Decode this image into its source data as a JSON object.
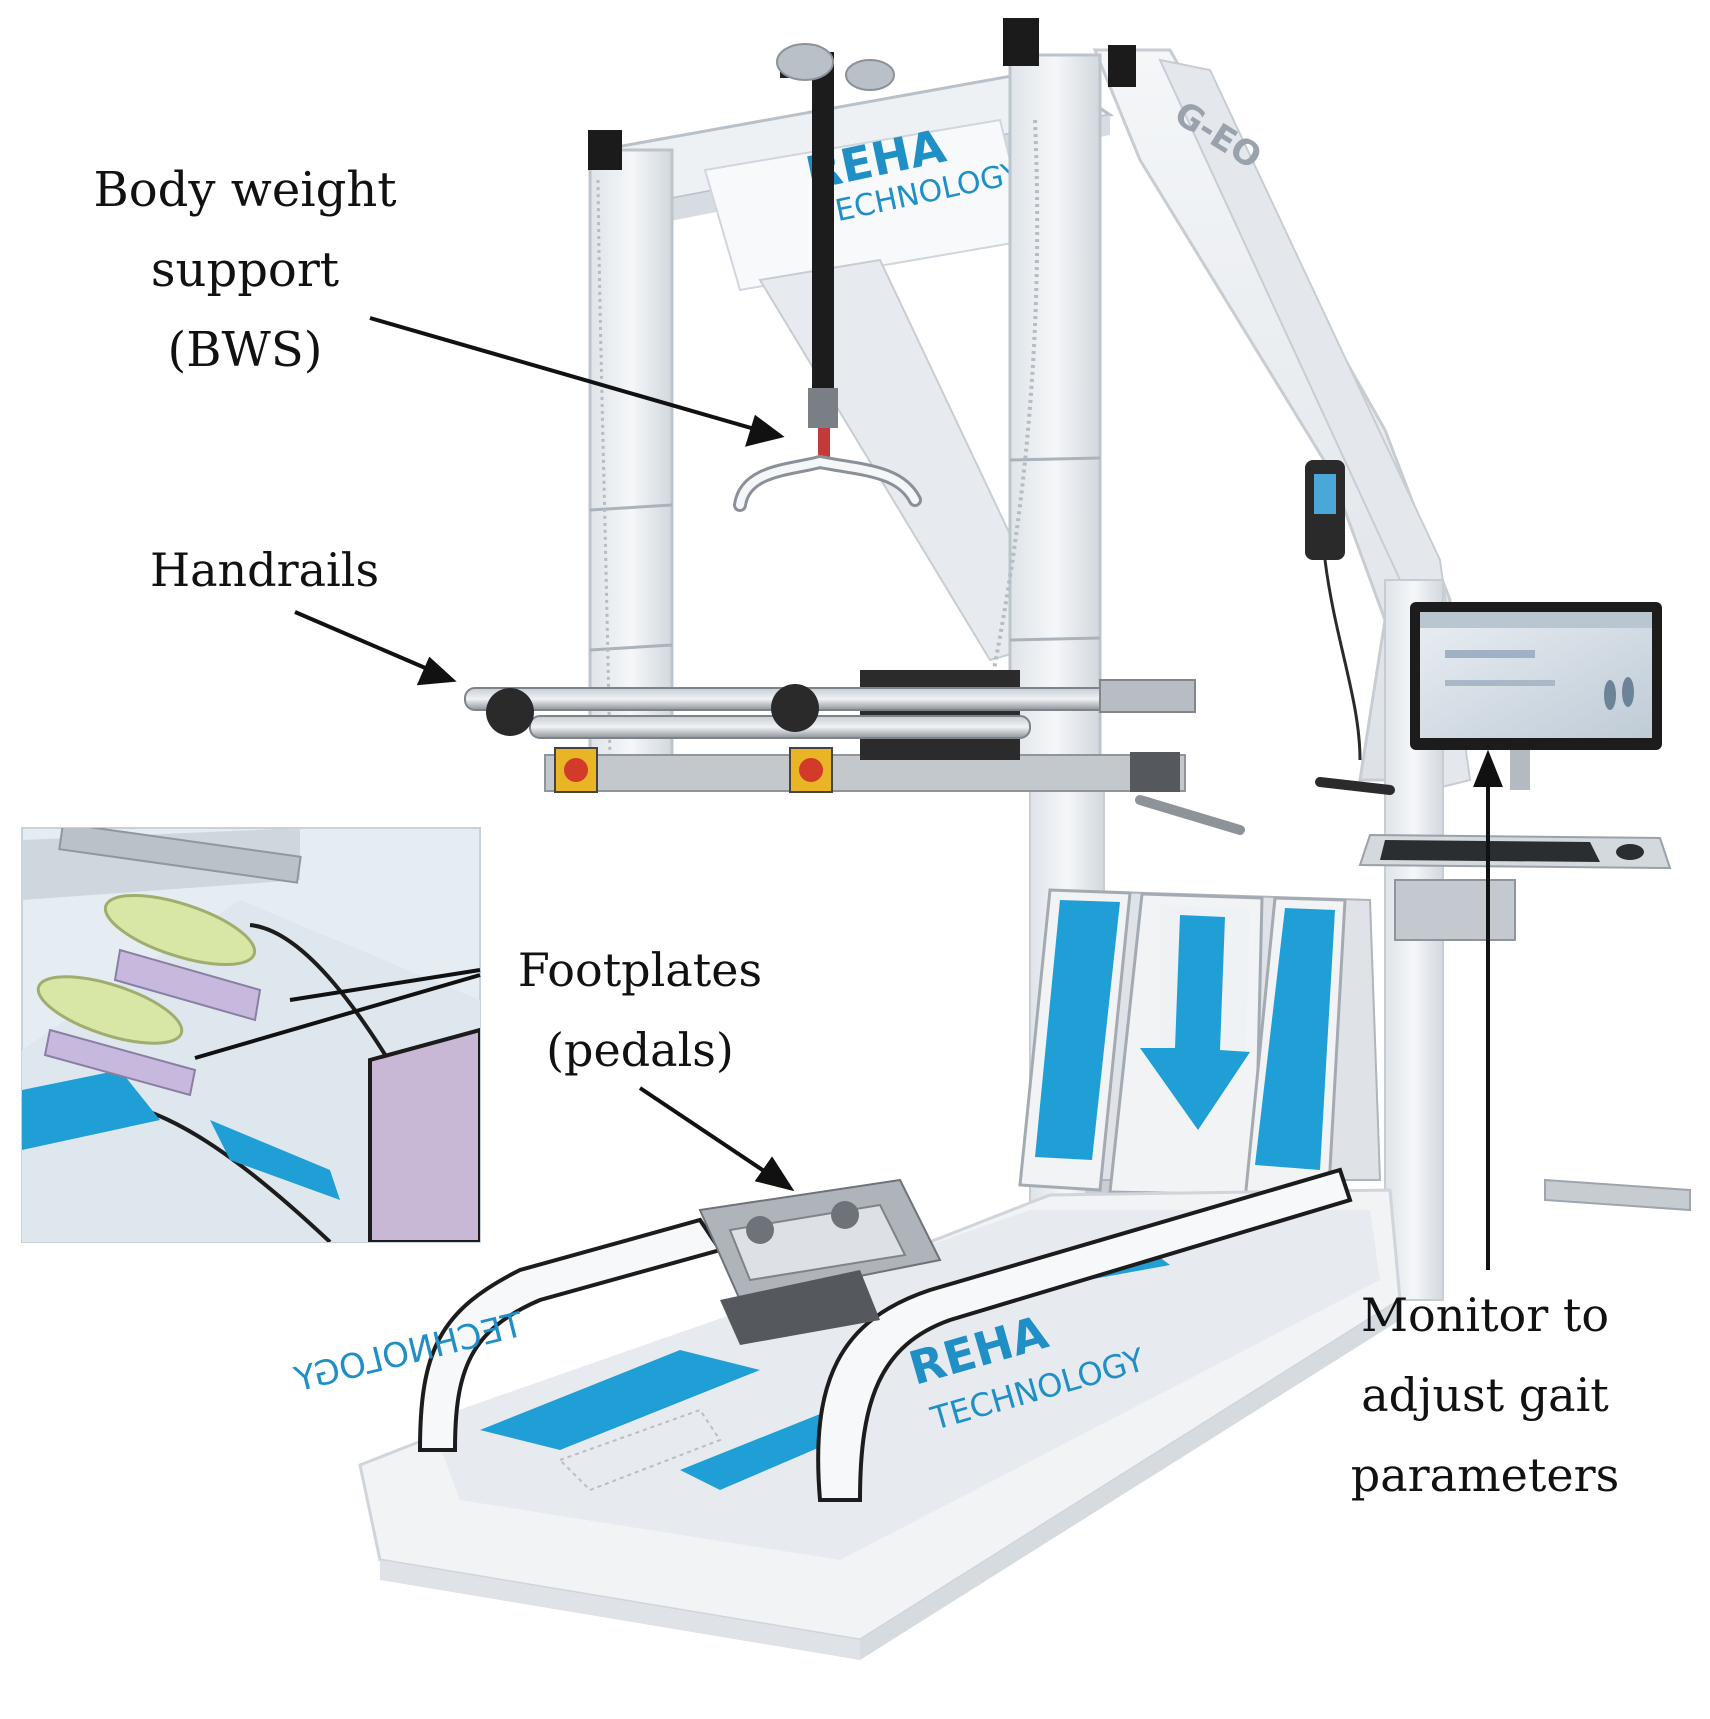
{
  "figure": {
    "colors": {
      "background": "#ffffff",
      "frame": "#eef1f4",
      "frame_shadow": "#c9d0d8",
      "accent_blue": "#1f9fd6",
      "metal": "#a9adb3",
      "dark": "#1b1b1b",
      "inset_bg": "#e6edf2",
      "pedal_green": "#d8e6a6"
    },
    "brand_text": {
      "top_banner": "REHA TECHNOLOGY",
      "top_banner_line1": "REHA",
      "top_banner_line2": "TECHNOLOGY",
      "side_beam": "G-EO",
      "base_right_line1": "REHA",
      "base_right_line2": "TECHNOLOGY",
      "base_left": "TECHNOLOGY"
    },
    "labels": {
      "bws": [
        "Body weight",
        "support",
        "(BWS)"
      ],
      "handrails": [
        "Handrails"
      ],
      "footplates": [
        "Footplates",
        "(pedals)"
      ],
      "monitor": [
        "Monitor to",
        "adjust gait",
        "parameters"
      ]
    },
    "icons": {
      "arrow": "arrow-icon",
      "screen": "monitor-icon",
      "feet": "footprints-icon"
    }
  }
}
